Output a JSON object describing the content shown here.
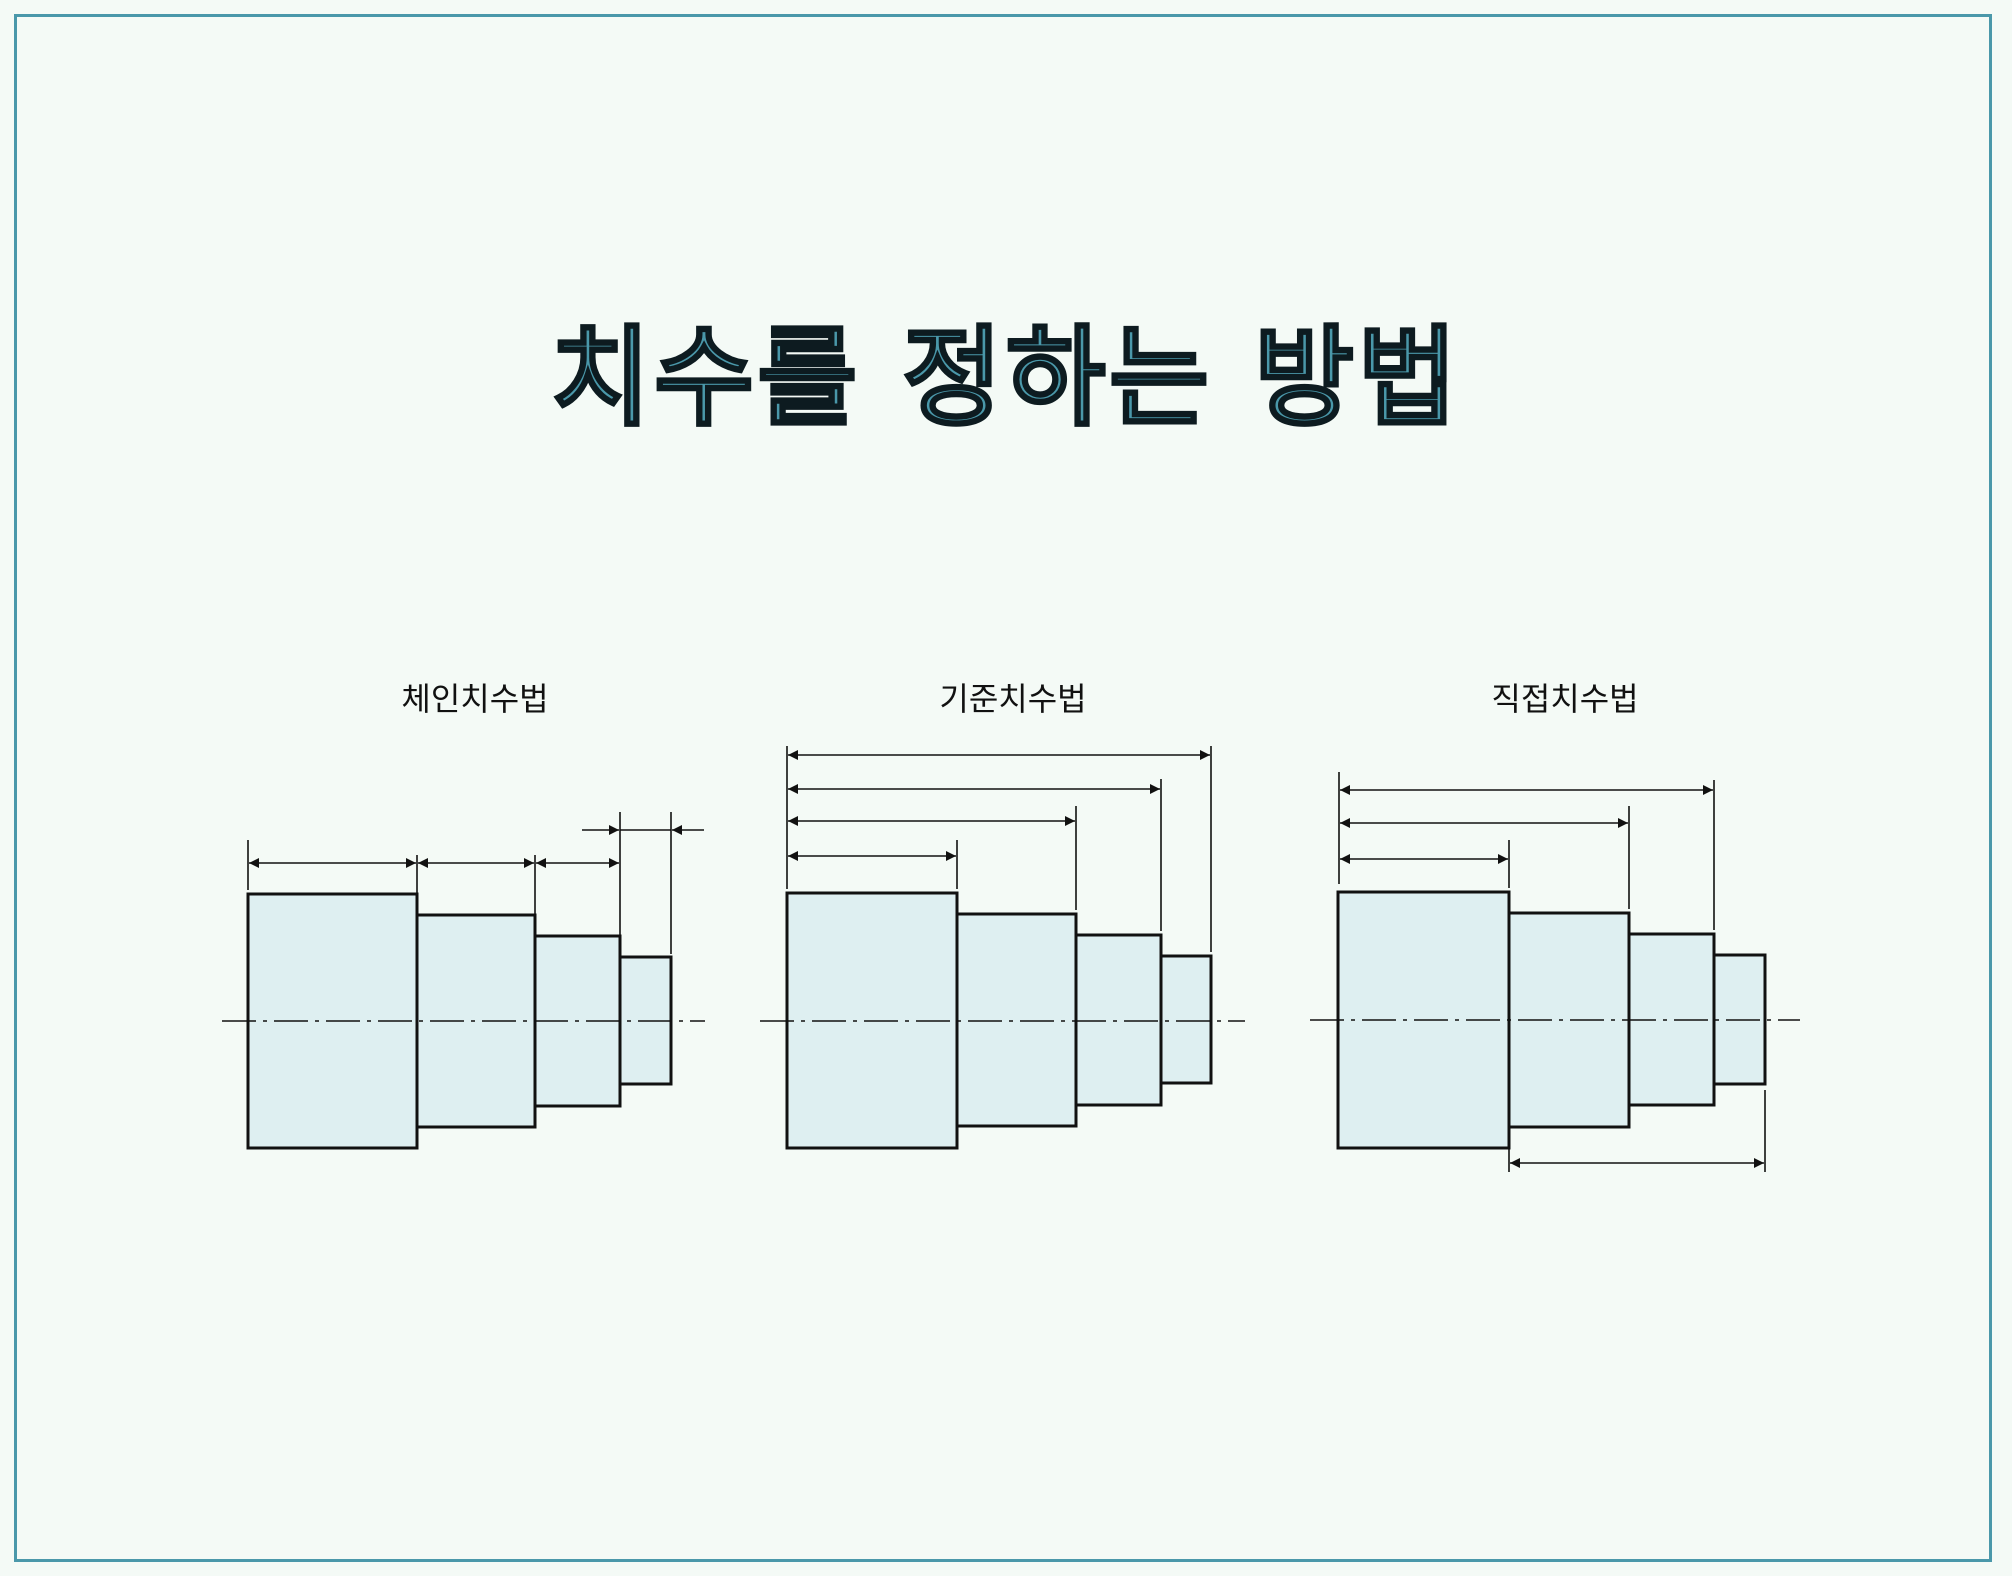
{
  "title": "치수를 정하는 방법",
  "colors": {
    "frame": "#4a98aa",
    "background": "#f4faf6",
    "title_fill": "#4a98aa",
    "part_fill": "#deeff1",
    "line": "#111111"
  },
  "diagrams": [
    {
      "label": "체인치수법"
    },
    {
      "label": "기준치수법"
    },
    {
      "label": "직접치수법"
    }
  ]
}
